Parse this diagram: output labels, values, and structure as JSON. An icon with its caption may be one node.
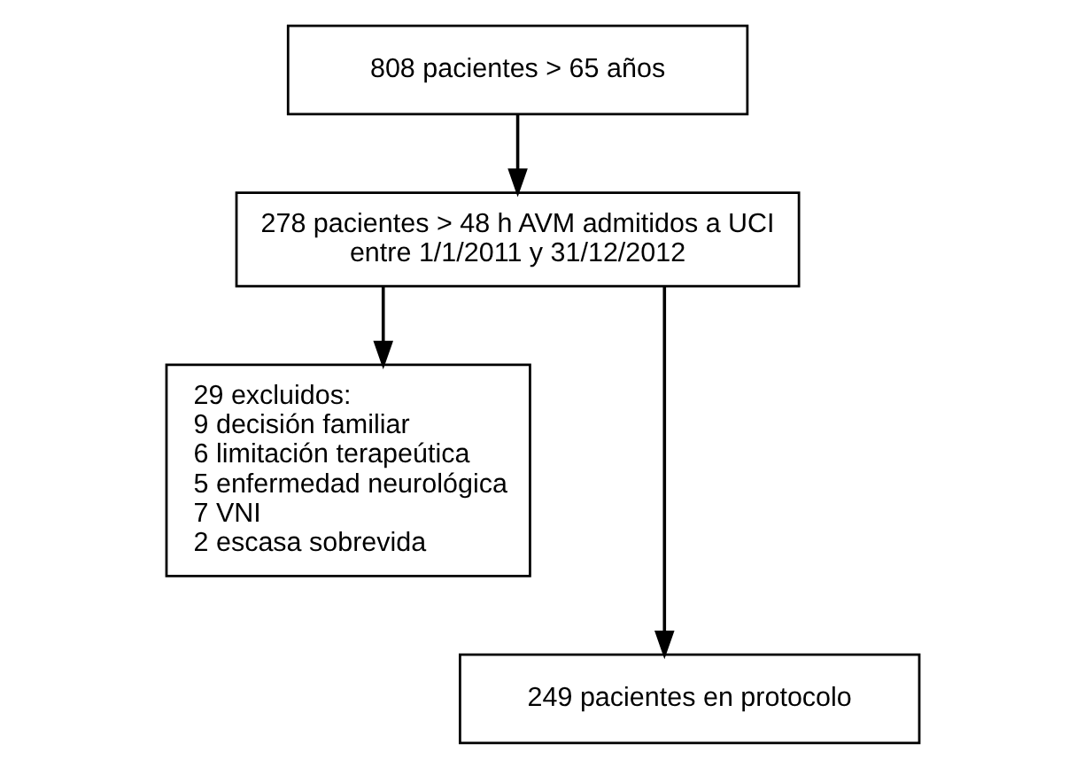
{
  "diagram": {
    "nodes": [
      {
        "text": [
          "808 pacientes > 65 años"
        ]
      },
      {
        "text": [
          "278 pacientes > 48 h AVM admitidos a UCI entre 1/1/2011 y 31/12/2012"
        ]
      },
      {
        "text": [
          "29 excluidos:",
          "9 decisión familiar",
          "6 limitación terapeútica",
          "5 enfermedad neurológica",
          "7 VNI",
          "2 escasa sobrevida"
        ]
      },
      {
        "text": [
          "249 pacientes en protocolo"
        ]
      }
    ],
    "edges": [
      {
        "from": 0,
        "to": 1,
        "arrow": "to"
      },
      {
        "from": 1,
        "to": 3,
        "arrow": "to"
      },
      {
        "from": 1,
        "to": 2,
        "arrow": "to"
      }
    ]
  }
}
